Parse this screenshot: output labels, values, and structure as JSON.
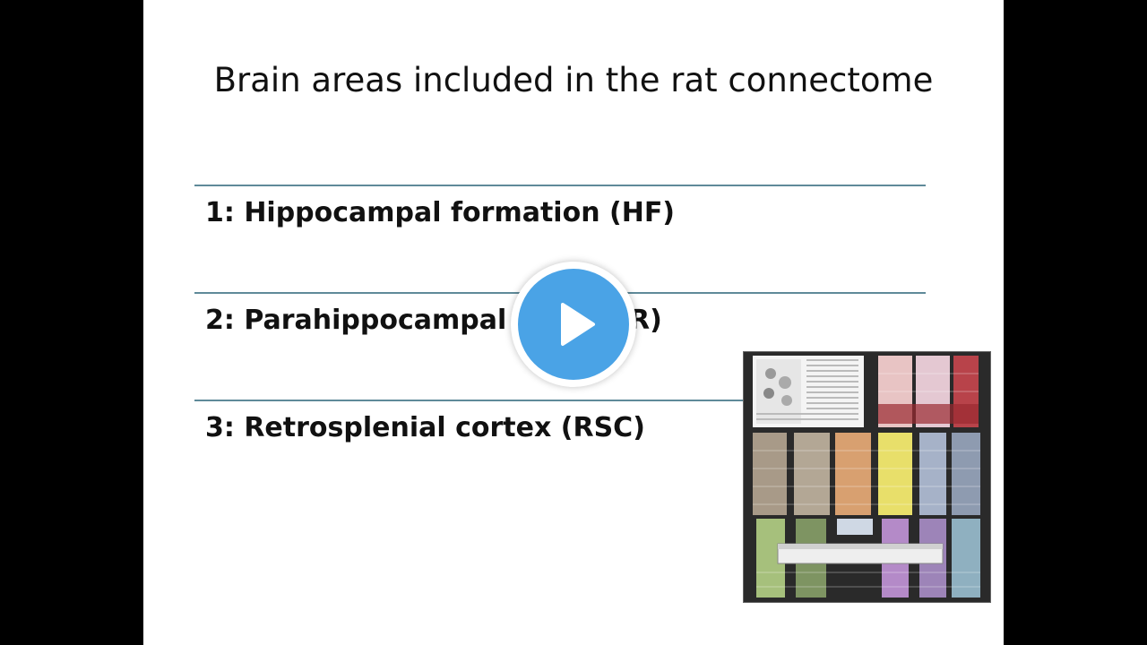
{
  "slide": {
    "title": "Brain areas included in the rat connectome",
    "items": [
      {
        "label": "1: Hippocampal formation (HF)"
      },
      {
        "label": "2: Parahippocampal re"
      },
      {
        "label": "3: Retrosplenial cortex (RSC)"
      }
    ],
    "item2_tail": "R)"
  },
  "player": {
    "play_icon": "play-icon",
    "accent": "#4aa3e6"
  },
  "thumbnail": {
    "icon": "connectome-matrix-image"
  }
}
